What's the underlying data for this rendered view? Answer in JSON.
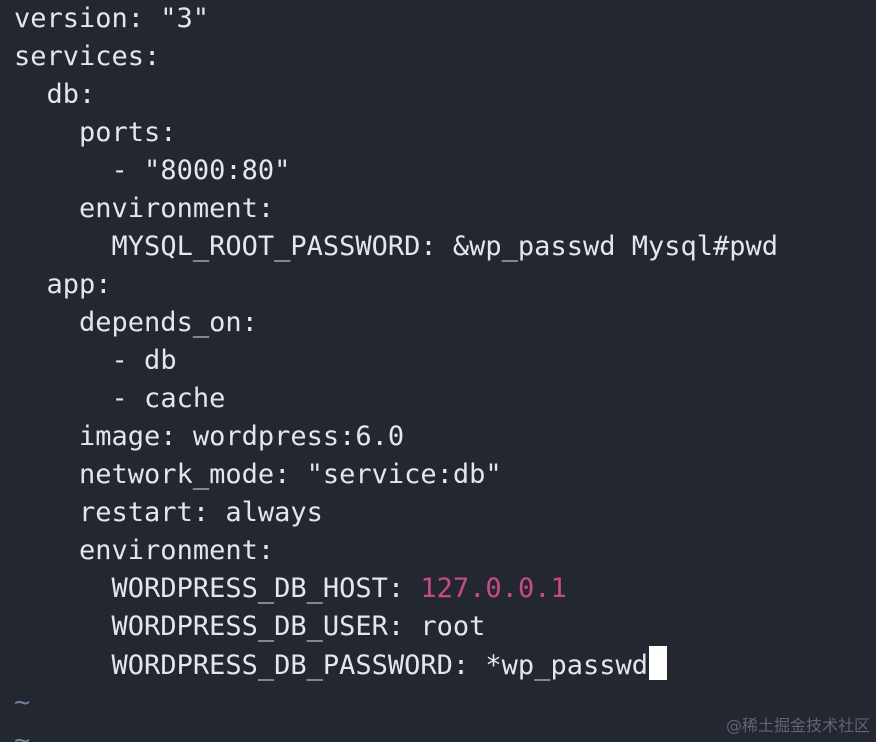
{
  "lines": [
    {
      "indent": "",
      "text": "version: \"3\""
    },
    {
      "indent": "",
      "text": "services:"
    },
    {
      "indent": "  ",
      "text": "db:"
    },
    {
      "indent": "    ",
      "text": "ports:"
    },
    {
      "indent": "      ",
      "text": "- \"8000:80\""
    },
    {
      "indent": "    ",
      "text": "environment:"
    },
    {
      "indent": "      ",
      "text": "MYSQL_ROOT_PASSWORD: &wp_passwd Mysql#pwd"
    },
    {
      "indent": "  ",
      "text": "app:"
    },
    {
      "indent": "    ",
      "text": "depends_on:"
    },
    {
      "indent": "      ",
      "text": "- db"
    },
    {
      "indent": "      ",
      "text": "- cache"
    },
    {
      "indent": "    ",
      "text": "image: wordpress:6.0"
    },
    {
      "indent": "    ",
      "text": "network_mode: \"service:db\""
    },
    {
      "indent": "    ",
      "text": "restart: always"
    },
    {
      "indent": "    ",
      "text": "environment:"
    },
    {
      "indent": "      ",
      "key": "WORDPRESS_DB_HOST: ",
      "value": "127.0.0.1"
    },
    {
      "indent": "      ",
      "text": "WORDPRESS_DB_USER: root"
    },
    {
      "indent": "      ",
      "text": "WORDPRESS_DB_PASSWORD: *wp_passwd"
    }
  ],
  "empty_line_marker": "~",
  "watermark": "@稀土掘金技术社区",
  "colors": {
    "background": "#232730",
    "text": "#e3e6ec",
    "number": "#c84a86",
    "tilde": "#6f7f9a",
    "cursor": "#ffffff"
  }
}
